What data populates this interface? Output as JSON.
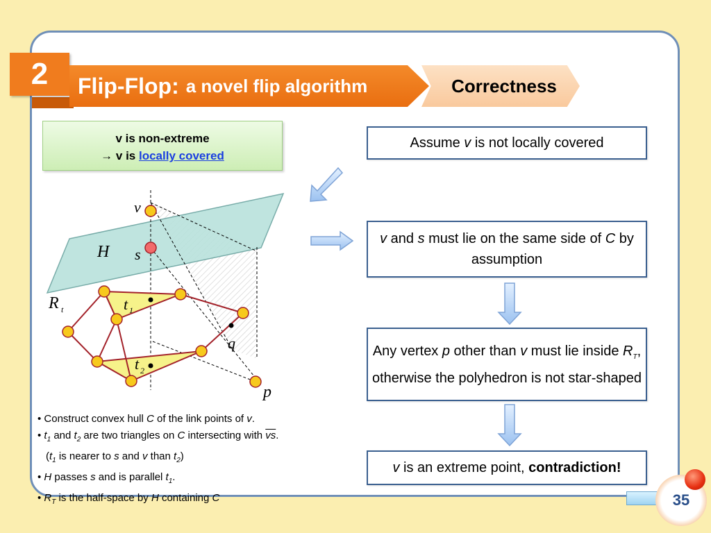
{
  "header": {
    "slide_section": "2",
    "title_main": "Flip-Flop:",
    "title_sub": "a novel flip algorithm",
    "step_label": "Correctness"
  },
  "claim": {
    "line1": "v is non-extreme",
    "line2_prefix": "→ v is ",
    "line2_link": "locally covered"
  },
  "diagram_labels": {
    "v": "v",
    "s": "s",
    "H": "H",
    "R": "R",
    "R_sub": "t",
    "t1": "t",
    "t1_sub": "1",
    "t2": "t",
    "t2_sub": "2",
    "q": "q",
    "p": "p"
  },
  "flow": {
    "box1": {
      "pre": "Assume ",
      "v": "v",
      "post": " is not locally covered"
    },
    "box2": {
      "v": "v",
      "t1": " and ",
      "s": "s",
      "t2": " must lie on the same side of ",
      "C": "C",
      "t3": " by assumption"
    },
    "box3": {
      "t1": "Any vertex ",
      "p": "p",
      "t2": " other than ",
      "v": "v",
      "t3": " must lie inside ",
      "R": "R",
      "R_sub": "T",
      "t4": ", otherwise the polyhedron is not star-shaped"
    },
    "box4": {
      "v": "v",
      "t1": " is an extreme point, ",
      "bold": "contradiction!"
    }
  },
  "bullets": {
    "b1": {
      "t1": "• Construct convex hull ",
      "C": "C",
      "t2": " of the link points of ",
      "v": "v",
      "t3": "."
    },
    "b2": {
      "t1": "• ",
      "t": "t",
      "s1": "1",
      "t2": " and ",
      "t_b": "t",
      "s2": "2",
      "t3": " are two triangles on ",
      "C": "C",
      "t4": " intersecting with ",
      "vs": "vs",
      "t5": "."
    },
    "b3": {
      "t1": "(",
      "t": "t",
      "s1": "1",
      "t2": " is nearer to ",
      "s": "s",
      "t3": " and ",
      "v": "v",
      "t4": " than ",
      "t_b": "t",
      "s2": "2",
      "t5": ")"
    },
    "b4": {
      "t1": "• ",
      "H": "H",
      "t2": " passes ",
      "s": "s",
      "t3": " and is parallel ",
      "t": "t",
      "s1": "1",
      "t4": "."
    },
    "b5": {
      "t1": "• ",
      "R": "R",
      "s1": "T",
      "t2": " is the half-space by ",
      "H": "H",
      "t3": " containing ",
      "C": "C"
    }
  },
  "footer": {
    "page_number": "35"
  },
  "colors": {
    "background": "#fbeeb0",
    "accent_orange": "#f07c1e",
    "panel_border": "#6f8fb8",
    "plane_fill": "#b9e2dc",
    "vertex_fill": "#f7c91c",
    "edge_color": "#a3222a",
    "highlight_vertex": "#f26a6a",
    "triangle_fill": "#f6f28a"
  }
}
